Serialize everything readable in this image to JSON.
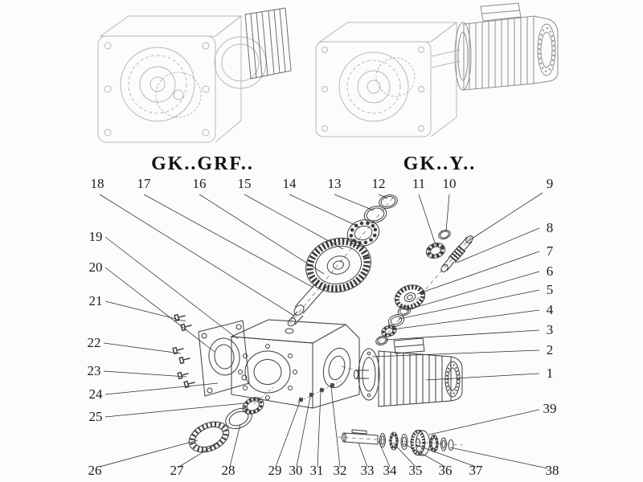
{
  "figure": {
    "left_variant_label": "GK..GRF..",
    "right_variant_label": "GK..Y.."
  },
  "colors": {
    "background": "#fcfcfc",
    "ink": "#1c1c1c",
    "exploded_line": "#3d3d3d",
    "faint_line": "#b8b8b8"
  },
  "callouts": [
    {
      "label": "1"
    },
    {
      "label": "2"
    },
    {
      "label": "3"
    },
    {
      "label": "4"
    },
    {
      "label": "5"
    },
    {
      "label": "6"
    },
    {
      "label": "7"
    },
    {
      "label": "8"
    },
    {
      "label": "9"
    },
    {
      "label": "10"
    },
    {
      "label": "11"
    },
    {
      "label": "12"
    },
    {
      "label": "13"
    },
    {
      "label": "14"
    },
    {
      "label": "15"
    },
    {
      "label": "16"
    },
    {
      "label": "17"
    },
    {
      "label": "18"
    },
    {
      "label": "19"
    },
    {
      "label": "20"
    },
    {
      "label": "21"
    },
    {
      "label": "22"
    },
    {
      "label": "23"
    },
    {
      "label": "24"
    },
    {
      "label": "25"
    },
    {
      "label": "26"
    },
    {
      "label": "27"
    },
    {
      "label": "28"
    },
    {
      "label": "29"
    },
    {
      "label": "30"
    },
    {
      "label": "31"
    },
    {
      "label": "32"
    },
    {
      "label": "33"
    },
    {
      "label": "34"
    },
    {
      "label": "35"
    },
    {
      "label": "36"
    },
    {
      "label": "37"
    },
    {
      "label": "38"
    },
    {
      "label": "39"
    }
  ]
}
